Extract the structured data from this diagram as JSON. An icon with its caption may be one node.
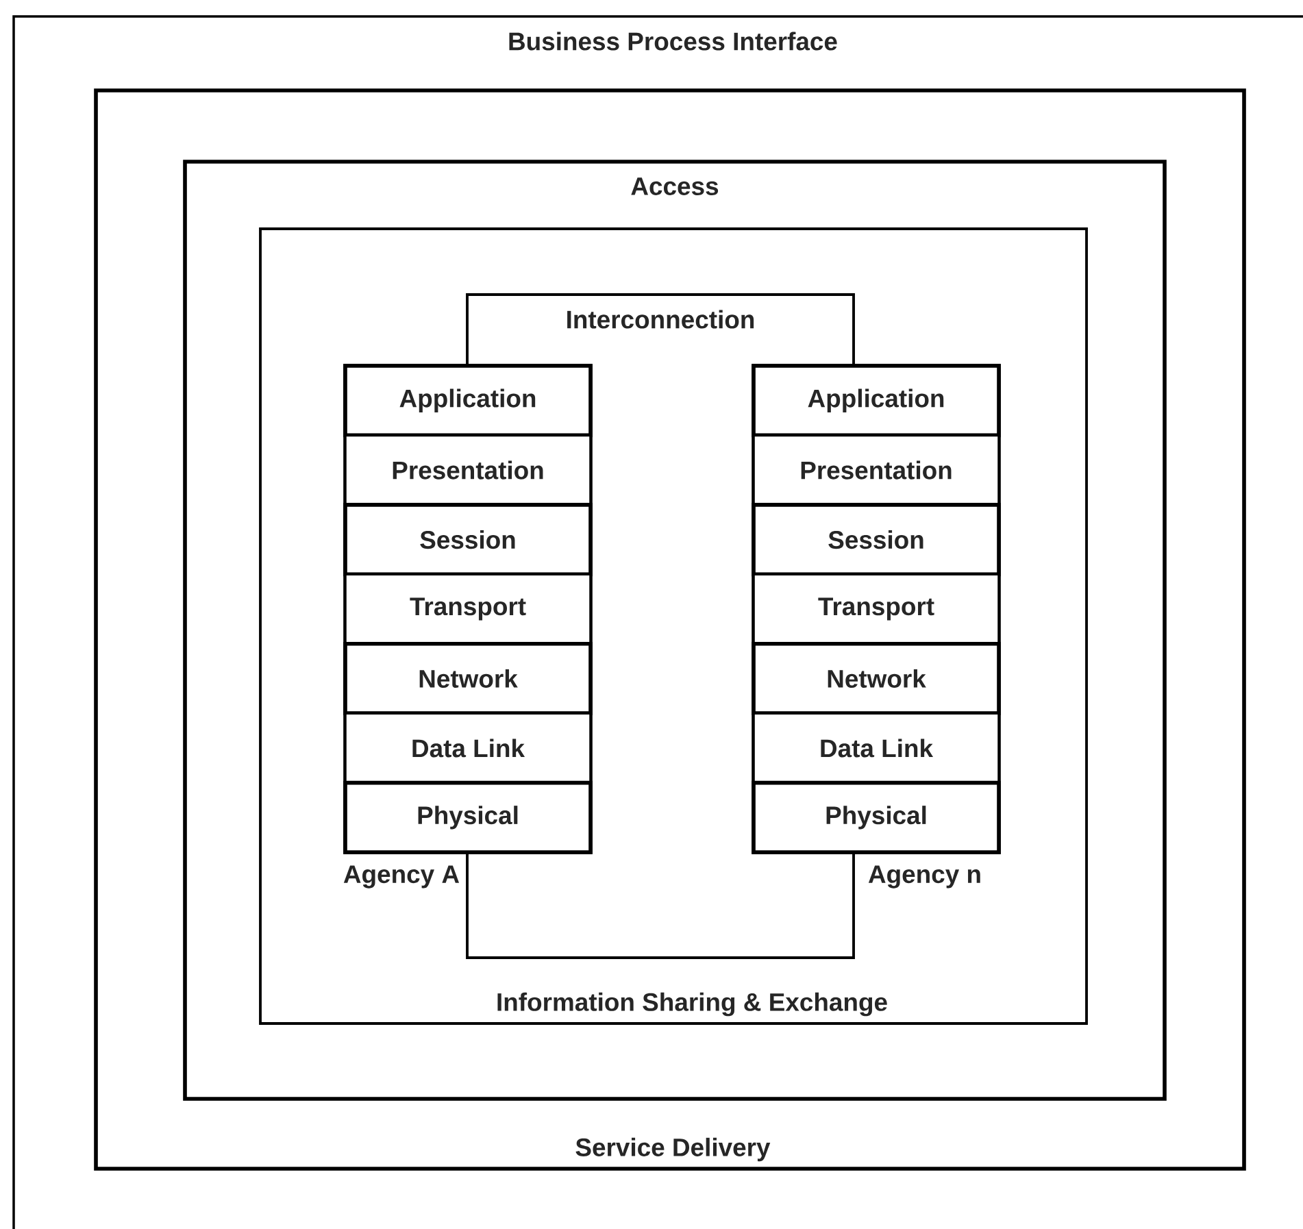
{
  "diagram": {
    "nodes": [
      {
        "text": [
          "Business Process Interface"
        ]
      },
      {
        "text": [
          "Service Delivery"
        ],
        "in": 0
      },
      {
        "text": [
          "Access"
        ],
        "in": 1
      },
      {
        "text": [
          "Information Sharing & Exchange"
        ],
        "in": 2
      },
      {
        "text": [
          "Interconnection"
        ],
        "in": 3
      },
      {
        "text": [
          "Agency A"
        ],
        "in": 3
      },
      {
        "text": [
          "Application"
        ],
        "in": 5
      },
      {
        "text": [
          "Presentation"
        ],
        "in": 5
      },
      {
        "text": [
          "Session"
        ],
        "in": 5
      },
      {
        "text": [
          "Transport"
        ],
        "in": 5
      },
      {
        "text": [
          "Network"
        ],
        "in": 5
      },
      {
        "text": [
          "Data Link"
        ],
        "in": 5
      },
      {
        "text": [
          "Physical"
        ],
        "in": 5
      },
      {
        "text": [
          "Agency n"
        ],
        "in": 3
      },
      {
        "text": [
          "Application"
        ],
        "in": 13
      },
      {
        "text": [
          "Presentation"
        ],
        "in": 13
      },
      {
        "text": [
          "Session"
        ],
        "in": 13
      },
      {
        "text": [
          "Transport"
        ],
        "in": 13
      },
      {
        "text": [
          "Network"
        ],
        "in": 13
      },
      {
        "text": [
          "Data Link"
        ],
        "in": 13
      },
      {
        "text": [
          "Physical"
        ],
        "in": 13
      }
    ]
  }
}
